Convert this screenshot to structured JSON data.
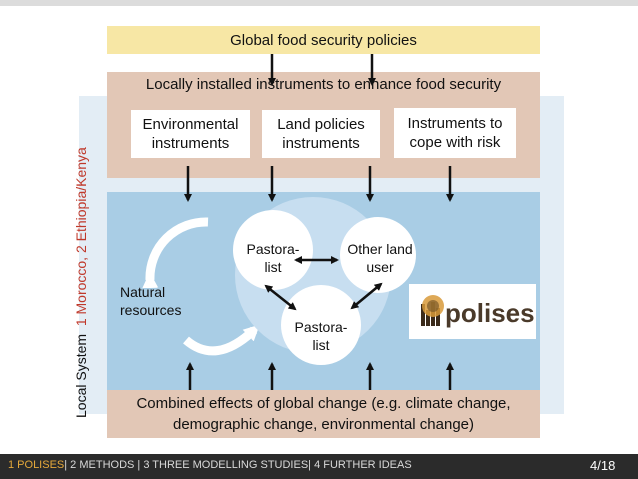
{
  "top_policy": "Global food security policies",
  "instruments": {
    "title": "Locally installed instruments to enhance food security",
    "boxes": [
      [
        "Environmental",
        "instruments"
      ],
      [
        "Land policies",
        "instruments"
      ],
      [
        "Instruments to",
        "cope with risk"
      ]
    ]
  },
  "side_label": {
    "prefix": "Local System",
    "regions": "1 Morocco, 2 Ethiopia/Kenya"
  },
  "system": {
    "natural": [
      "Natural",
      "resources"
    ],
    "circle_pastoralist_1": [
      "Pastora-",
      "list"
    ],
    "circle_other_land_user": [
      "Other land",
      "user"
    ],
    "circle_pastoralist_2": [
      "Pastora-",
      "list"
    ]
  },
  "logo_text": "polises",
  "global_change": [
    "Combined effects of global change (e.g. climate change,",
    "demographic change, environmental change)"
  ],
  "footer": {
    "active": "1 POLISES",
    "rest": "| 2 METHODS | 3 THREE MODELLING STUDIES| 4 FURTHER IDEAS",
    "page": "4/18"
  },
  "colors": {
    "top_bar": "#f7e7a5",
    "instrument_band": "#e2c7b6",
    "system_area": "#a9cde5",
    "side_label_highlight": "#c0392b",
    "footer_background": "#2b2b2b",
    "footer_highlight": "#e6a93a"
  }
}
